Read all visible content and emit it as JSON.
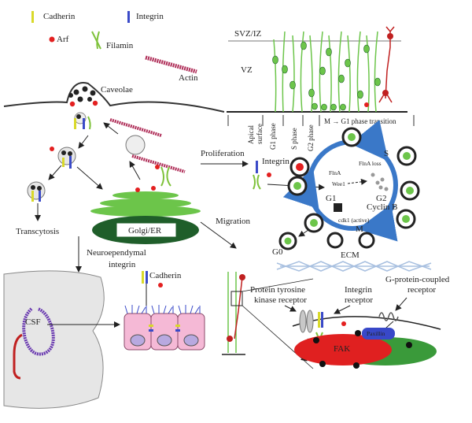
{
  "legend": {
    "cadherin": "Cadherin",
    "integrin": "Integrin",
    "arf": "Arf",
    "filamin": "Filamin",
    "actin": "Actin"
  },
  "trafficking": {
    "caveolae": "Caveolae",
    "golgi": "Golgi/ER",
    "transcytosis": "Transcytosis"
  },
  "arrows": {
    "proliferation": "Proliferation",
    "migration": "Migration",
    "neuroependymal_line1": "Neuroependymal",
    "neuroependymal_line2": "integrin"
  },
  "cortex": {
    "svz_iz": "SVZ/IZ",
    "vz": "VZ",
    "bottom_labels": [
      "Apical surface",
      "G1 phase",
      "S phase",
      "G2 phase"
    ],
    "apical_line1": "Apical",
    "apical_line2": "surface",
    "transition": "M → G1 phase transition"
  },
  "cycle": {
    "integrin": "Integrin",
    "flna": "FlnA",
    "flna_loss": "FlnA loss",
    "wee1": "Wee1",
    "s": "S",
    "g1": "G1",
    "g2": "G2",
    "m": "M",
    "cyclin_b": "Cyclin B",
    "cdk1": "cdk1 (active)",
    "g0": "G0"
  },
  "ventricle": {
    "csf": "CSF",
    "cadherin": "Cadherin"
  },
  "migration_panel": {
    "ecm": "ECM",
    "ptk_line1": "Protein tyrosine",
    "ptk_line2": "kinase receptor",
    "integrin_line1": "Integrin",
    "integrin_line2": "receptor",
    "gpcr_line1": "G-protein-coupled",
    "gpcr_line2": "receptor",
    "paxillin": "Paxillin",
    "fak": "FAK"
  },
  "colors": {
    "cadherin": "#d9d92a",
    "integrin": "#3a4ac8",
    "arf": "#e32020",
    "filamin": "#7ec23a",
    "actin": "#b0305a",
    "golgi_dark": "#1f5e2a",
    "golgi_light": "#6cc54a",
    "cycle_ring": "#3a78c8",
    "fak": "#e02020",
    "paxillin": "#3848c8",
    "csf": "#6a3ab0"
  }
}
